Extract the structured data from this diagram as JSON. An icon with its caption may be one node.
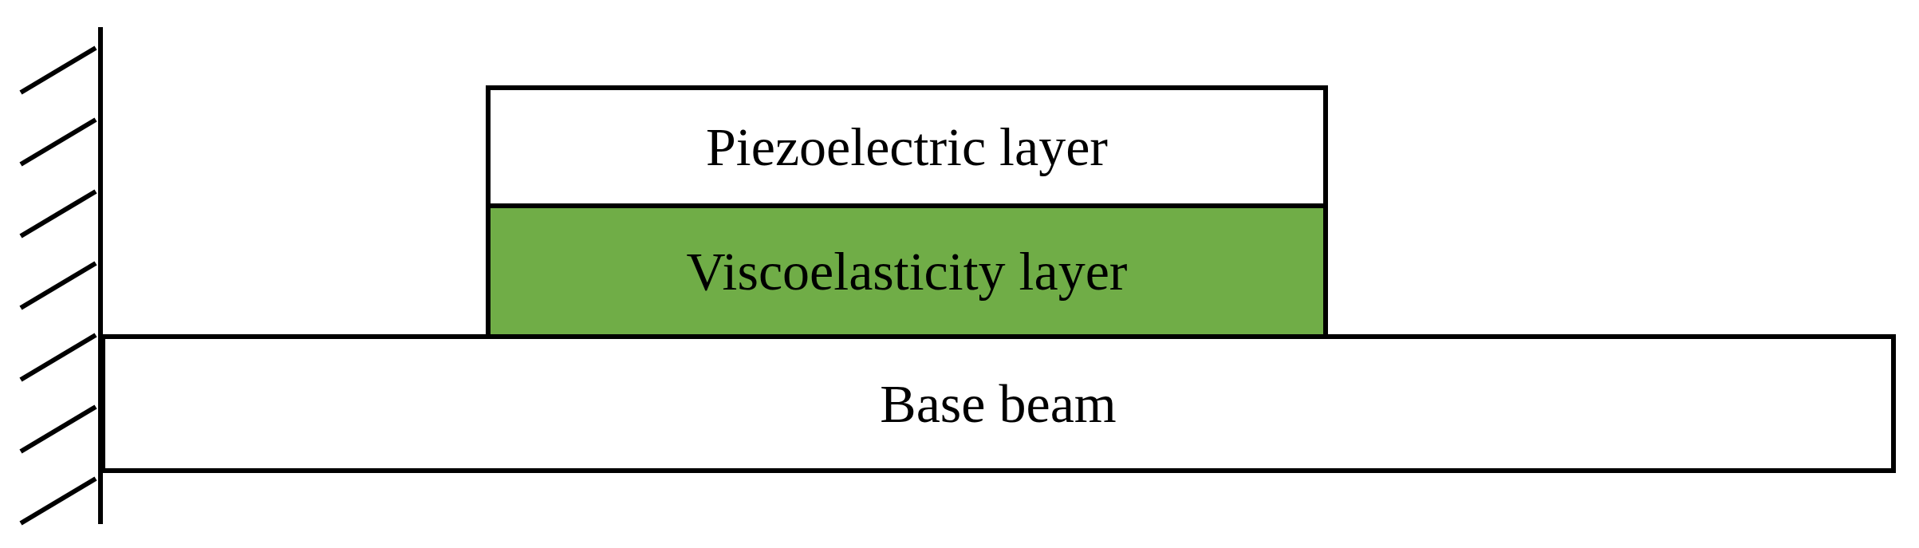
{
  "diagram": {
    "nodes": [
      {
        "text": [
          "Piezoelectric layer"
        ]
      },
      {
        "text": [
          "Viscoelasticity layer"
        ]
      },
      {
        "text": [
          "Base beam"
        ]
      }
    ]
  }
}
